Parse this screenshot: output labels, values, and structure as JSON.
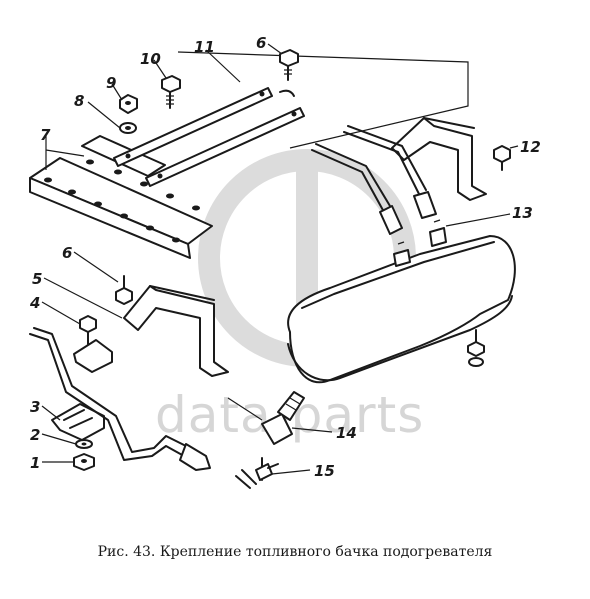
{
  "caption": "Рис. 43. Крепление топливного бачка подогревателя",
  "watermark": {
    "text": "data-parts"
  },
  "callouts": [
    "1",
    "2",
    "3",
    "4",
    "5",
    "6",
    "6",
    "7",
    "8",
    "9",
    "10",
    "11",
    "12",
    "13",
    "14",
    "15"
  ],
  "colors": {
    "ink": "#1a1a1a",
    "watermark": "#d6d6d6",
    "background": "#ffffff"
  }
}
